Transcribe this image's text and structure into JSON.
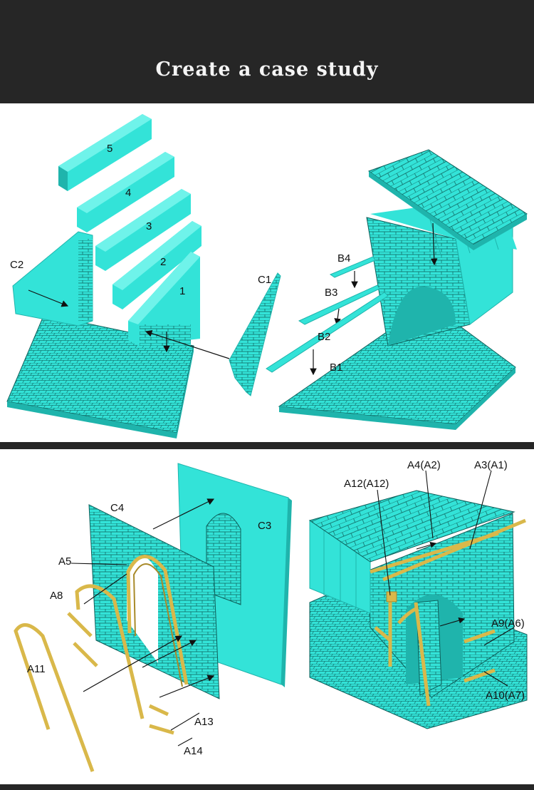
{
  "header": {
    "title": "Create a case study"
  },
  "colors": {
    "header_bg": "#262626",
    "model": "#33e3d8",
    "model_dark": "#1fb4ac",
    "model_light": "#6ff3ea",
    "brick_line": "#0d5f5a",
    "strip": "#d9b84a"
  },
  "top_panel": {
    "left_labels": [
      "5",
      "4",
      "3",
      "2",
      "1",
      "C2",
      "C1"
    ],
    "right_labels": [
      "B4",
      "B3",
      "B2",
      "B1"
    ]
  },
  "bottom_panel": {
    "left_labels": [
      "C4",
      "C3",
      "A5",
      "A8",
      "A11",
      "A13",
      "A14"
    ],
    "right_labels": [
      "A4(A2)",
      "A3(A1)",
      "A12(A12)",
      "A9(A6)",
      "A10(A7)"
    ]
  }
}
